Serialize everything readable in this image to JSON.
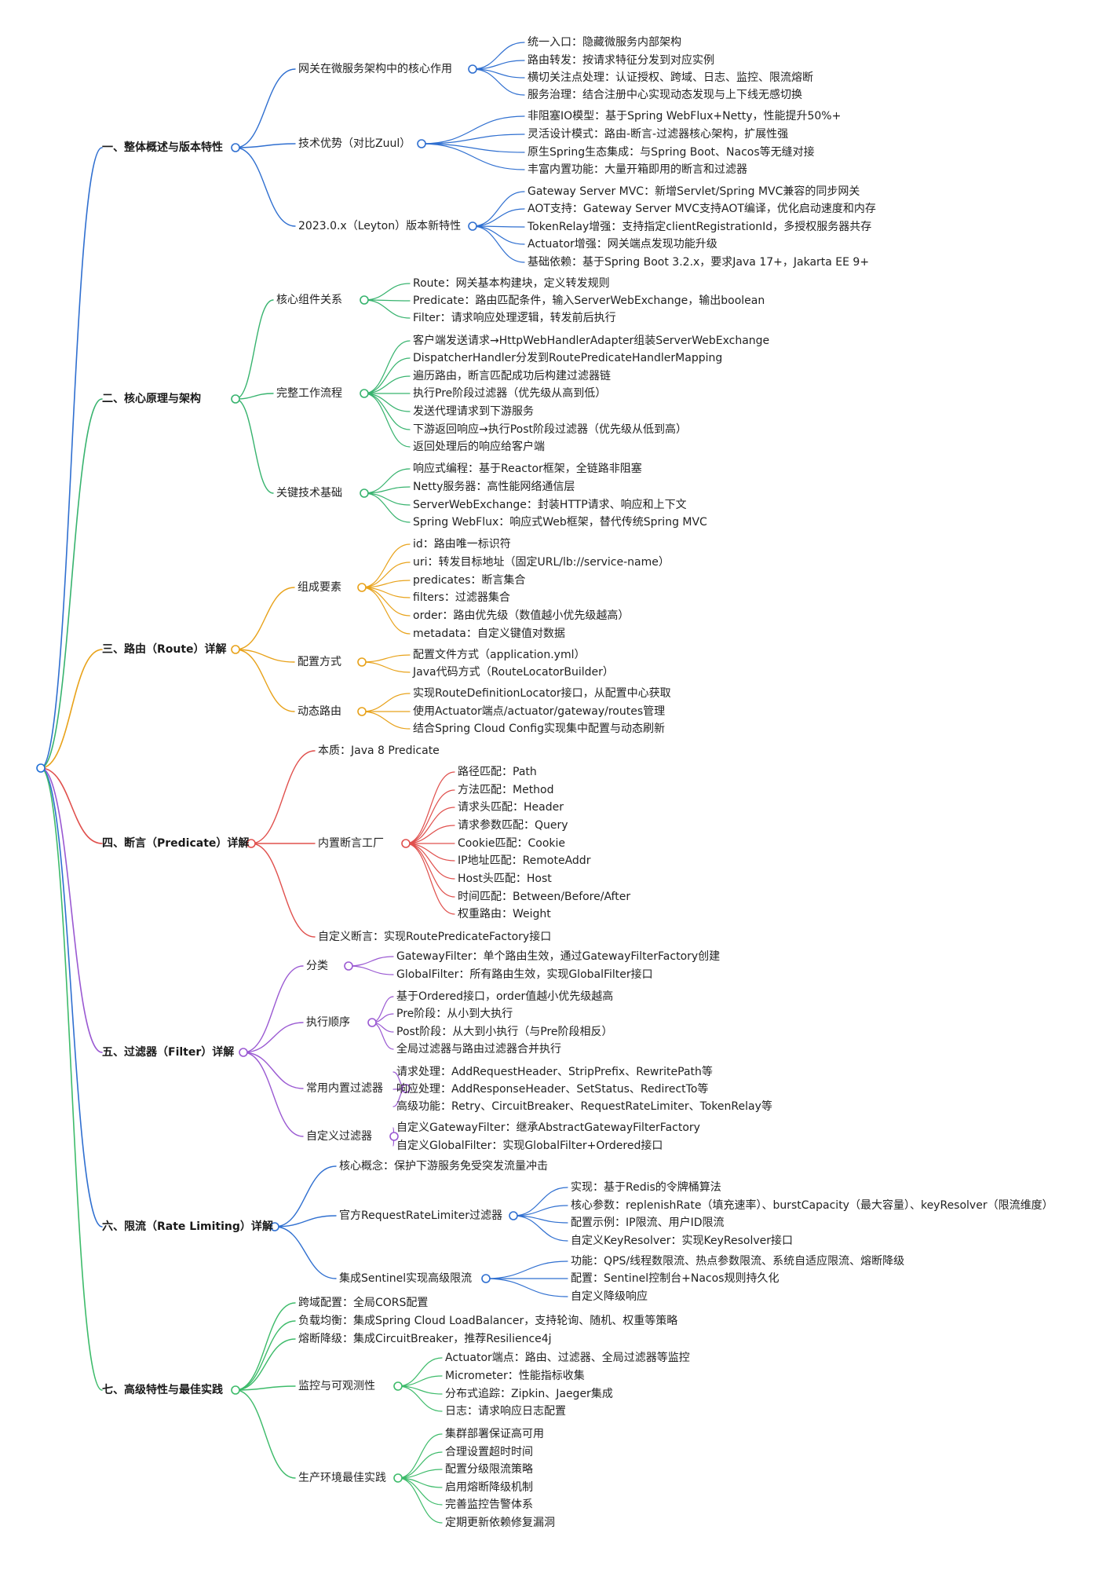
{
  "colors": {
    "root": "#1f6fd6",
    "branches": [
      "#2f6fd0",
      "#37b36e",
      "#e8a21a",
      "#e0504d",
      "#9a59d2",
      "#2f6fd0",
      "#3dbb6a"
    ]
  },
  "branches": [
    {
      "label": "一、整体概述与版本特性",
      "children": [
        {
          "label": "网关在微服务架构中的核心作用",
          "children": [
            {
              "label": "统一入口：隐藏微服务内部架构"
            },
            {
              "label": "路由转发：按请求特征分发到对应实例"
            },
            {
              "label": "横切关注点处理：认证授权、跨域、日志、监控、限流熔断"
            },
            {
              "label": "服务治理：结合注册中心实现动态发现与上下线无感切换"
            }
          ]
        },
        {
          "label": "技术优势（对比Zuul）",
          "children": [
            {
              "label": "非阻塞IO模型：基于Spring WebFlux+Netty，性能提升50%+"
            },
            {
              "label": "灵活设计模式：路由-断言-过滤器核心架构，扩展性强"
            },
            {
              "label": "原生Spring生态集成：与Spring Boot、Nacos等无缝对接"
            },
            {
              "label": "丰富内置功能：大量开箱即用的断言和过滤器"
            }
          ]
        },
        {
          "label": "2023.0.x（Leyton）版本新特性",
          "children": [
            {
              "label": "Gateway Server MVC：新增Servlet/Spring MVC兼容的同步网关"
            },
            {
              "label": "AOT支持：Gateway Server MVC支持AOT编译，优化启动速度和内存"
            },
            {
              "label": "TokenRelay增强：支持指定clientRegistrationId，多授权服务器共存"
            },
            {
              "label": "Actuator增强：网关端点发现功能升级"
            },
            {
              "label": "基础依赖：基于Spring Boot 3.2.x，要求Java 17+，Jakarta EE 9+"
            }
          ]
        }
      ]
    },
    {
      "label": "二、核心原理与架构",
      "children": [
        {
          "label": "核心组件关系",
          "children": [
            {
              "label": "Route：网关基本构建块，定义转发规则"
            },
            {
              "label": "Predicate：路由匹配条件，输入ServerWebExchange，输出boolean"
            },
            {
              "label": "Filter：请求响应处理逻辑，转发前后执行"
            }
          ]
        },
        {
          "label": "完整工作流程",
          "children": [
            {
              "label": "客户端发送请求→HttpWebHandlerAdapter组装ServerWebExchange"
            },
            {
              "label": "DispatcherHandler分发到RoutePredicateHandlerMapping"
            },
            {
              "label": "遍历路由，断言匹配成功后构建过滤器链"
            },
            {
              "label": "执行Pre阶段过滤器（优先级从高到低）"
            },
            {
              "label": "发送代理请求到下游服务"
            },
            {
              "label": "下游返回响应→执行Post阶段过滤器（优先级从低到高）"
            },
            {
              "label": "返回处理后的响应给客户端"
            }
          ]
        },
        {
          "label": "关键技术基础",
          "children": [
            {
              "label": "响应式编程：基于Reactor框架，全链路非阻塞"
            },
            {
              "label": "Netty服务器：高性能网络通信层"
            },
            {
              "label": "ServerWebExchange：封装HTTP请求、响应和上下文"
            },
            {
              "label": "Spring WebFlux：响应式Web框架，替代传统Spring MVC"
            }
          ]
        }
      ]
    },
    {
      "label": "三、路由（Route）详解",
      "children": [
        {
          "label": "组成要素",
          "children": [
            {
              "label": "id：路由唯一标识符"
            },
            {
              "label": "uri：转发目标地址（固定URL/lb://service-name）"
            },
            {
              "label": "predicates：断言集合"
            },
            {
              "label": "filters：过滤器集合"
            },
            {
              "label": "order：路由优先级（数值越小优先级越高）"
            },
            {
              "label": "metadata：自定义键值对数据"
            }
          ]
        },
        {
          "label": "配置方式",
          "children": [
            {
              "label": "配置文件方式（application.yml）"
            },
            {
              "label": "Java代码方式（RouteLocatorBuilder）"
            }
          ]
        },
        {
          "label": "动态路由",
          "children": [
            {
              "label": "实现RouteDefinitionLocator接口，从配置中心获取"
            },
            {
              "label": "使用Actuator端点/actuator/gateway/routes管理"
            },
            {
              "label": "结合Spring Cloud Config实现集中配置与动态刷新"
            }
          ]
        }
      ]
    },
    {
      "label": "四、断言（Predicate）详解",
      "children": [
        {
          "label": "本质：Java 8 Predicate"
        },
        {
          "label": "内置断言工厂",
          "children": [
            {
              "label": "路径匹配：Path"
            },
            {
              "label": "方法匹配：Method"
            },
            {
              "label": "请求头匹配：Header"
            },
            {
              "label": "请求参数匹配：Query"
            },
            {
              "label": "Cookie匹配：Cookie"
            },
            {
              "label": "IP地址匹配：RemoteAddr"
            },
            {
              "label": "Host头匹配：Host"
            },
            {
              "label": "时间匹配：Between/Before/After"
            },
            {
              "label": "权重路由：Weight"
            }
          ]
        },
        {
          "label": "自定义断言：实现RoutePredicateFactory接口"
        }
      ]
    },
    {
      "label": "五、过滤器（Filter）详解",
      "children": [
        {
          "label": "分类",
          "children": [
            {
              "label": "GatewayFilter：单个路由生效，通过GatewayFilterFactory创建"
            },
            {
              "label": "GlobalFilter：所有路由生效，实现GlobalFilter接口"
            }
          ]
        },
        {
          "label": "执行顺序",
          "children": [
            {
              "label": "基于Ordered接口，order值越小优先级越高"
            },
            {
              "label": "Pre阶段：从小到大执行"
            },
            {
              "label": "Post阶段：从大到小执行（与Pre阶段相反）"
            },
            {
              "label": "全局过滤器与路由过滤器合并执行"
            }
          ]
        },
        {
          "label": "常用内置过滤器",
          "children": [
            {
              "label": "请求处理：AddRequestHeader、StripPrefix、RewritePath等"
            },
            {
              "label": "响应处理：AddResponseHeader、SetStatus、RedirectTo等"
            },
            {
              "label": "高级功能：Retry、CircuitBreaker、RequestRateLimiter、TokenRelay等"
            }
          ]
        },
        {
          "label": "自定义过滤器",
          "children": [
            {
              "label": "自定义GatewayFilter：继承AbstractGatewayFilterFactory"
            },
            {
              "label": "自定义GlobalFilter：实现GlobalFilter+Ordered接口"
            }
          ]
        }
      ]
    },
    {
      "label": "六、限流（Rate Limiting）详解",
      "children": [
        {
          "label": "核心概念：保护下游服务免受突发流量冲击"
        },
        {
          "label": "官方RequestRateLimiter过滤器",
          "children": [
            {
              "label": "实现：基于Redis的令牌桶算法"
            },
            {
              "label": "核心参数：replenishRate（填充速率）、burstCapacity（最大容量）、keyResolver（限流维度）"
            },
            {
              "label": "配置示例：IP限流、用户ID限流"
            },
            {
              "label": "自定义KeyResolver：实现KeyResolver接口"
            }
          ]
        },
        {
          "label": "集成Sentinel实现高级限流",
          "children": [
            {
              "label": "功能：QPS/线程数限流、热点参数限流、系统自适应限流、熔断降级"
            },
            {
              "label": "配置：Sentinel控制台+Nacos规则持久化"
            },
            {
              "label": "自定义降级响应"
            }
          ]
        }
      ]
    },
    {
      "label": "七、高级特性与最佳实践",
      "children": [
        {
          "label": "跨域配置：全局CORS配置"
        },
        {
          "label": "负载均衡：集成Spring Cloud LoadBalancer，支持轮询、随机、权重等策略"
        },
        {
          "label": "熔断降级：集成CircuitBreaker，推荐Resilience4j"
        },
        {
          "label": "监控与可观测性",
          "children": [
            {
              "label": "Actuator端点：路由、过滤器、全局过滤器等监控"
            },
            {
              "label": "Micrometer：性能指标收集"
            },
            {
              "label": "分布式追踪：Zipkin、Jaeger集成"
            },
            {
              "label": "日志：请求响应日志配置"
            }
          ]
        },
        {
          "label": "生产环境最佳实践",
          "children": [
            {
              "label": "集群部署保证高可用"
            },
            {
              "label": "合理设置超时时间"
            },
            {
              "label": "配置分级限流策略"
            },
            {
              "label": "启用熔断降级机制"
            },
            {
              "label": "完善监控告警体系"
            },
            {
              "label": "定期更新依赖修复漏洞"
            }
          ]
        }
      ]
    }
  ]
}
